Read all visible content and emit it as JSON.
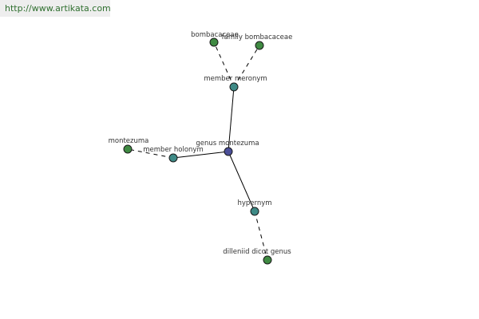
{
  "header": {
    "url": "http://www.artikata.com"
  },
  "colors": {
    "center": "#4b4f99",
    "relation": "#3e8a86",
    "leaf": "#3f8a42"
  },
  "graph": {
    "nodes": {
      "center": "genus montezuma",
      "member_meronym": "member meronym",
      "bombacaceae": "bombacaceae",
      "family_bombacaceae": "family bombacaceae",
      "member_holonym": "member holonym",
      "montezuma": "montezuma",
      "hypernym": "hypernym",
      "dilleniid": "dilleniid dicot genus"
    }
  }
}
